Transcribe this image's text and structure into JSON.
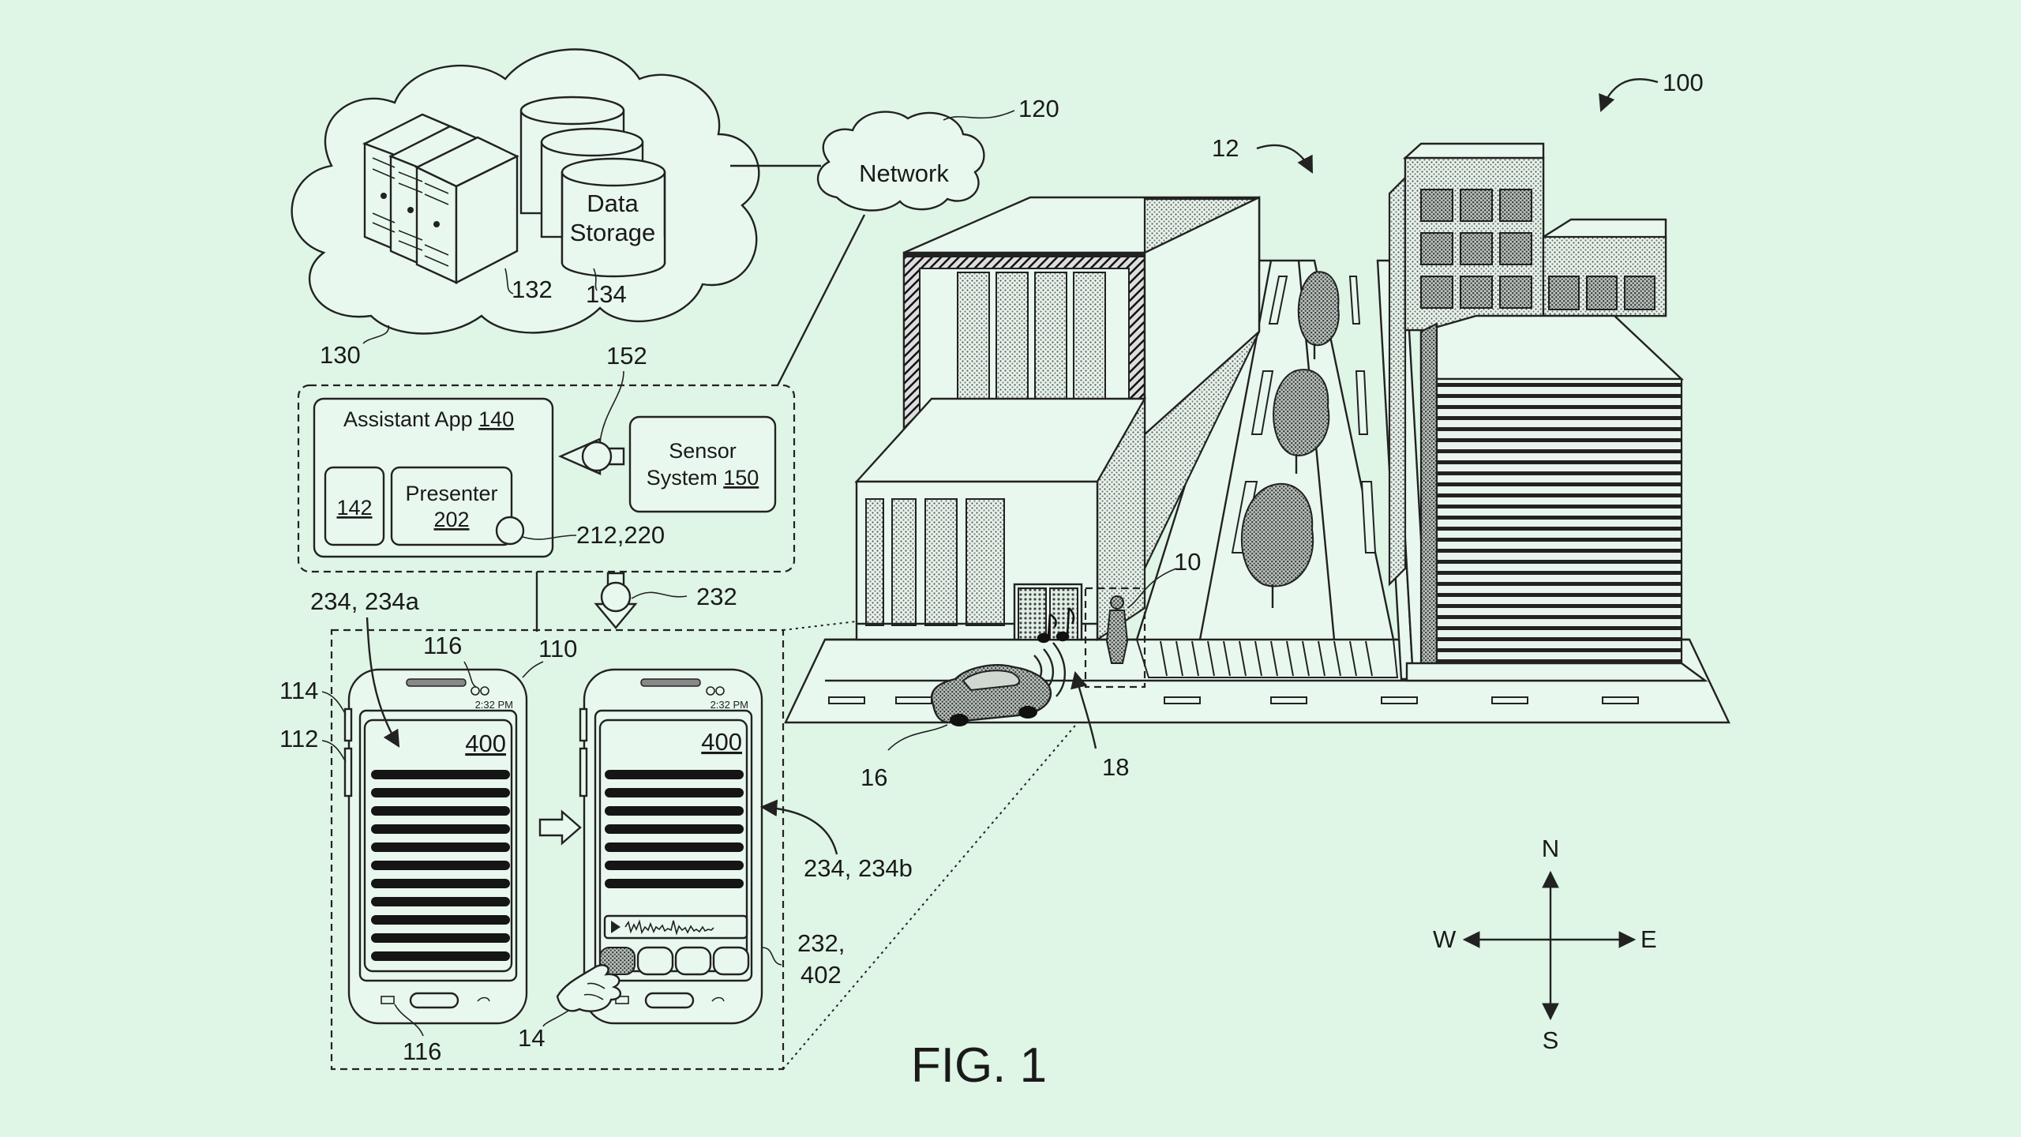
{
  "figure": {
    "caption": "FIG. 1",
    "ref_system": "100",
    "ref_environment": "12",
    "ref_user": "10",
    "ref_vehicle": "16",
    "ref_audio_source": "18",
    "ref_hand": "14"
  },
  "network": {
    "label": "Network",
    "ref": "120"
  },
  "remote_system": {
    "ref": "130",
    "servers_ref": "132",
    "storage_line1": "Data",
    "storage_line2": "Storage",
    "storage_ref": "134"
  },
  "device_software": {
    "assistant_app_label": "Assistant App",
    "assistant_app_ref": "140",
    "module_ref": "142",
    "presenter_label": "Presenter",
    "presenter_ref": "202",
    "presenter_port_ref": "212,220",
    "sensor_line1": "Sensor",
    "sensor_line2": "System",
    "sensor_ref": "150",
    "sensor_port_ref": "152",
    "output_ref": "232"
  },
  "device": {
    "ref_device": "110",
    "ref_speaker_top": "116",
    "ref_speaker_bottom": "116",
    "ref_button_top": "114",
    "ref_button_bottom": "112",
    "screen_a_ref": "234, 234a",
    "screen_b_ref": "234, 234b",
    "screen_page_ref": "400",
    "status_time": "2:32 PM",
    "control_ref_line1": "232,",
    "control_ref_line2": "402"
  },
  "compass": {
    "north": "N",
    "south": "S",
    "east": "E",
    "west": "W"
  }
}
